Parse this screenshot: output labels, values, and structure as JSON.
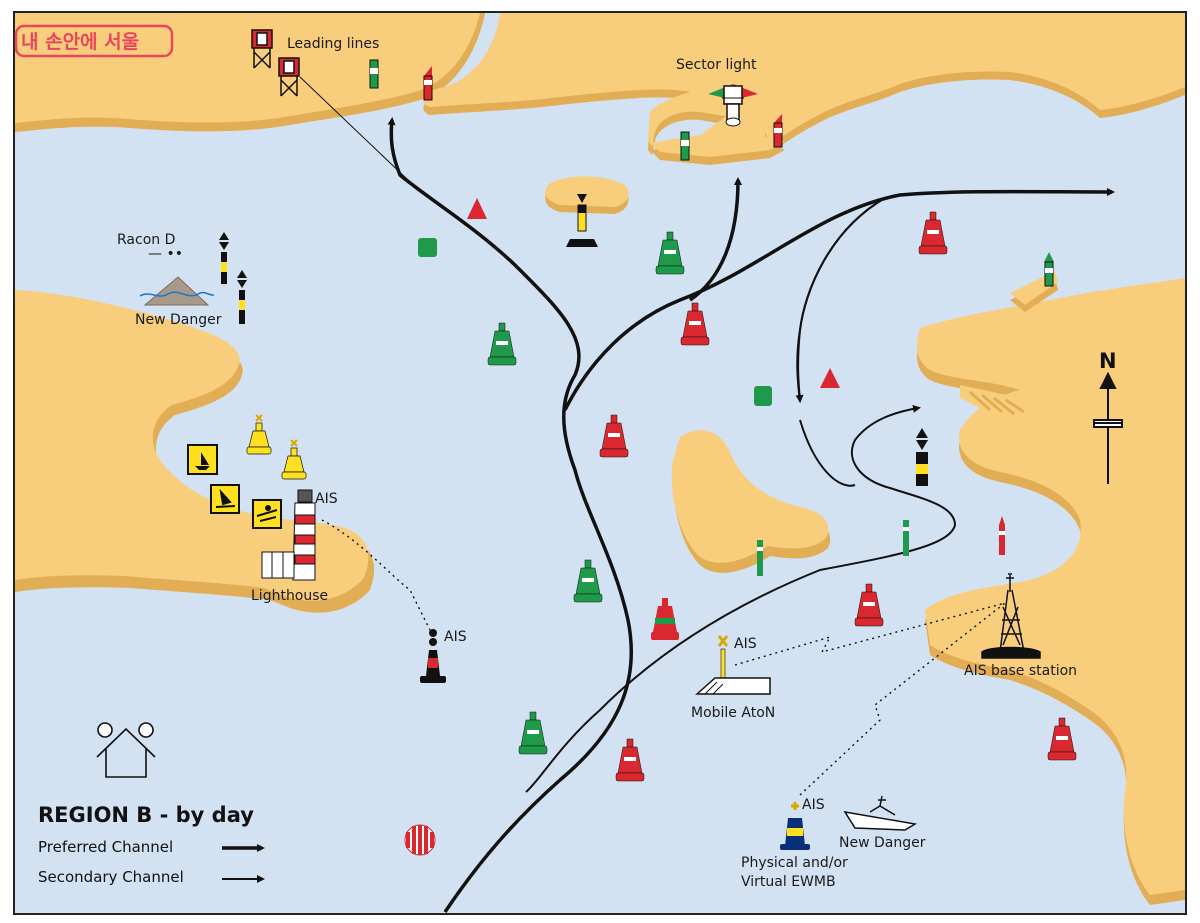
{
  "watermark": "내 손안에 서울",
  "labels": {
    "leading_lines": "Leading lines",
    "sector_light": "Sector light",
    "racon": "Racon D",
    "racon_morse": "— ••",
    "new_danger_left": "New Danger",
    "ais_lighthouse": "AIS",
    "lighthouse": "Lighthouse",
    "ais_buoy": "AIS",
    "ais_mobile": "AIS",
    "mobile_aton": "Mobile AtoN",
    "ais_base_station": "AIS  base station",
    "ais_ewmb": "AIS",
    "ewmb_line1": "Physical and/or",
    "ewmb_line2": "Virtual EWMB",
    "new_danger_wreck": "New Danger",
    "north": "N"
  },
  "legend": {
    "title": "REGION B - by day",
    "preferred": "Preferred Channel",
    "secondary": "Secondary Channel"
  },
  "colors": {
    "water": "#d3e2f3",
    "land": "#f8cd7c",
    "land_edge": "#e2ae55",
    "port_red": "#d9282f",
    "starboard_green": "#1f9a4a",
    "special_yellow": "#ffe020",
    "black": "#111111"
  },
  "icons": [
    "leading-line-beacon-icon",
    "sector-light-icon",
    "lighthouse-icon",
    "ais-base-station-icon",
    "wreck-icon",
    "north-arrow-icon",
    "sailing-sign-icon",
    "windsurfing-sign-icon",
    "diving-sign-icon",
    "home-icon",
    "spherical-buoy-icon"
  ]
}
